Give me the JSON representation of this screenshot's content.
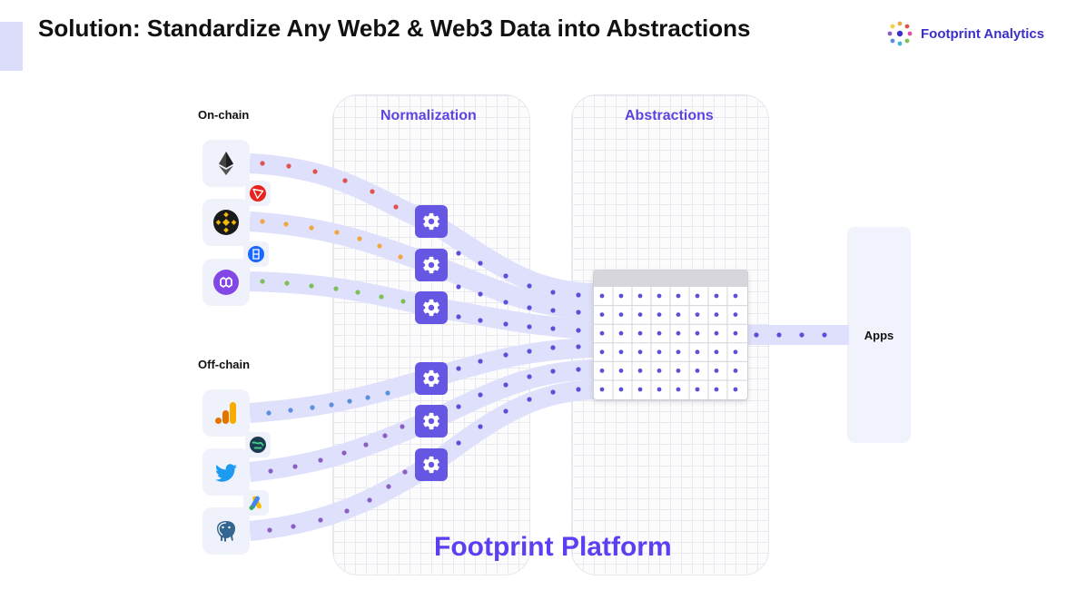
{
  "slide": {
    "title": "Solution: Standardize Any Web2 & Web3 Data into Abstractions",
    "brand_name": "Footprint Analytics"
  },
  "panels": {
    "normalization": "Normalization",
    "abstractions": "Abstractions"
  },
  "sources": {
    "on_chain_label": "On-chain",
    "off_chain_label": "Off-chain",
    "on_chain_icons": [
      "ethereum-icon",
      "tron-icon",
      "bnb-chain-icon",
      "fantom-icon",
      "polygon-icon"
    ],
    "off_chain_icons": [
      "google-analytics-icon",
      "globe-data-icon",
      "twitter-icon",
      "google-ads-icon",
      "postgresql-icon"
    ]
  },
  "output": {
    "apps_label": "Apps"
  },
  "platform_label": "Footprint Platform",
  "colors": {
    "accent": "#5b45e0",
    "gear_bg": "#6557e3",
    "band": "#dfe0fb",
    "dot_red": "#e0524f",
    "dot_orange": "#f2a640",
    "dot_green": "#7dc05a",
    "dot_blue": "#5a8fdf",
    "dot_purple": "#8a5fc4",
    "dot_indigo": "#5a4fd8"
  }
}
